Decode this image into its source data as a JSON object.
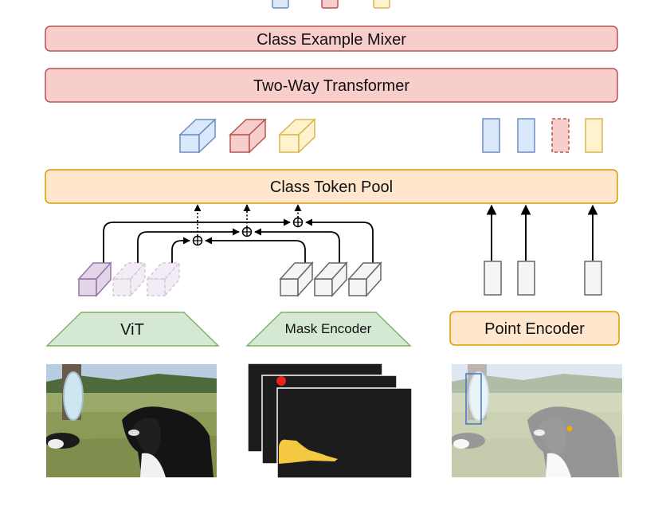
{
  "blocks": {
    "class_example_mixer": "Class Example Mixer",
    "two_way_transformer": "Two-Way Transformer",
    "class_token_pool": "Class Token Pool",
    "vit": "ViT",
    "mask_encoder": "Mask Encoder",
    "point_encoder": "Point Encoder"
  },
  "colors": {
    "red_fill": "#f8cecc",
    "red_stroke": "#b85450",
    "orange_fill": "#ffe6cc",
    "orange_stroke": "#d79b00",
    "green_fill": "#d5e8d4",
    "green_stroke": "#82b366",
    "blue_fill": "#dae8fc",
    "blue_stroke": "#6c8ebf",
    "yellow_fill": "#fff2cc",
    "yellow_stroke": "#d6b656",
    "purple_fill": "#e1d5e7",
    "purple_stroke": "#9673a6",
    "gray_fill": "#f5f5f5",
    "gray_stroke": "#666666",
    "mask_yellow": "#f5c842",
    "dot_red": "#e8231c",
    "dot_orange": "#f5a800"
  },
  "icons": {
    "combine": "circled-plus-icon",
    "arrow": "arrow-up-icon",
    "feature_token": "cuboid-icon",
    "point_token": "bar-token-icon"
  }
}
